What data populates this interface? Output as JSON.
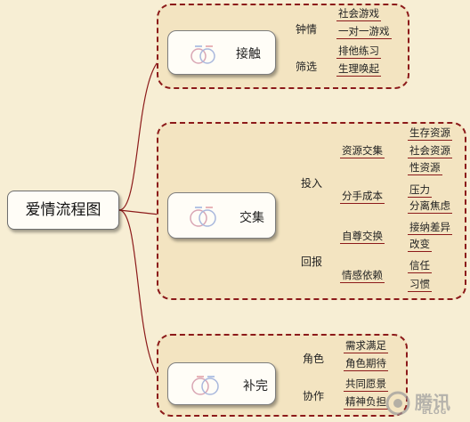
{
  "root": "爱情流程图",
  "topics": [
    {
      "label": "接触",
      "branches": [
        {
          "label": "钟情",
          "leaves": [
            "社会游戏",
            "一对一游戏"
          ]
        },
        {
          "label": "筛选",
          "leaves": [
            "排他练习",
            "生理唤起"
          ]
        }
      ]
    },
    {
      "label": "交集",
      "branches": [
        {
          "label": "投入",
          "subs": [
            {
              "label": "资源交集",
              "leaves": [
                "生存资源",
                "社会资源",
                "性资源"
              ]
            },
            {
              "label": "分手成本",
              "leaves": [
                "压力",
                "分离焦虑"
              ]
            }
          ]
        },
        {
          "label": "回报",
          "subs": [
            {
              "label": "自尊交换",
              "leaves": [
                "接纳差异",
                "改变"
              ]
            },
            {
              "label": "情感依赖",
              "leaves": [
                "信任",
                "习惯"
              ]
            }
          ]
        }
      ]
    },
    {
      "label": "补完",
      "branches": [
        {
          "label": "角色",
          "leaves": [
            "需求满足",
            "角色期待"
          ]
        },
        {
          "label": "协作",
          "leaves": [
            "共同愿景",
            "精神负担"
          ]
        }
      ]
    }
  ],
  "watermark": {
    "main": "腾讯",
    "sub": "BLOG"
  },
  "colors": {
    "border": "#8c1a1a",
    "connector": "#8c1a1a",
    "background": "#f7eed4"
  },
  "icons": {
    "topic": "interlocked-rings-icon"
  }
}
